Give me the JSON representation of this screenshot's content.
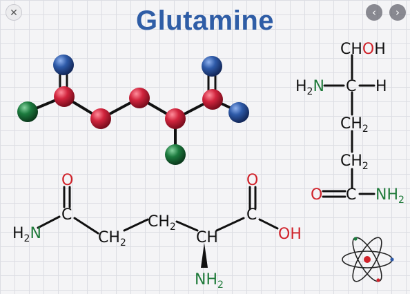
{
  "title": "Glutamine",
  "nav": {
    "close_icon": "close-icon",
    "back_icon": "chevron-left-icon",
    "forward_icon": "chevron-right-icon"
  },
  "skeletal": {
    "o_top_left": "O",
    "c_amide": "C",
    "h2n_h": "H",
    "h2n_2": "2",
    "h2n_n": "N",
    "ch2_a_ch": "CH",
    "ch2_a_2": "2",
    "ch2_b_ch": "CH",
    "ch2_b_2": "2",
    "ch_alpha": "CH",
    "nh2_n": "NH",
    "nh2_2": "2",
    "c_acid": "C",
    "o_top_right": "O",
    "oh": "OH"
  },
  "fischer": {
    "cho_c": "CH",
    "cho_o": "O",
    "cho_h": "H",
    "h2n_h": "H",
    "h2n_2": "2",
    "h2n_n": "N",
    "c_center": "C",
    "h_right": "H",
    "ch2_1_ch": "CH",
    "ch2_1_2": "2",
    "ch2_2_ch": "CH",
    "ch2_2_2": "2",
    "o_left": "O",
    "c_bottom": "C",
    "nh2_n": "NH",
    "nh2_2": "2"
  },
  "colors": {
    "carbon": "#c8213a",
    "oxygen_blue": "#2e5aa8",
    "green": "#1c7a3e",
    "title": "#2f5da6"
  }
}
